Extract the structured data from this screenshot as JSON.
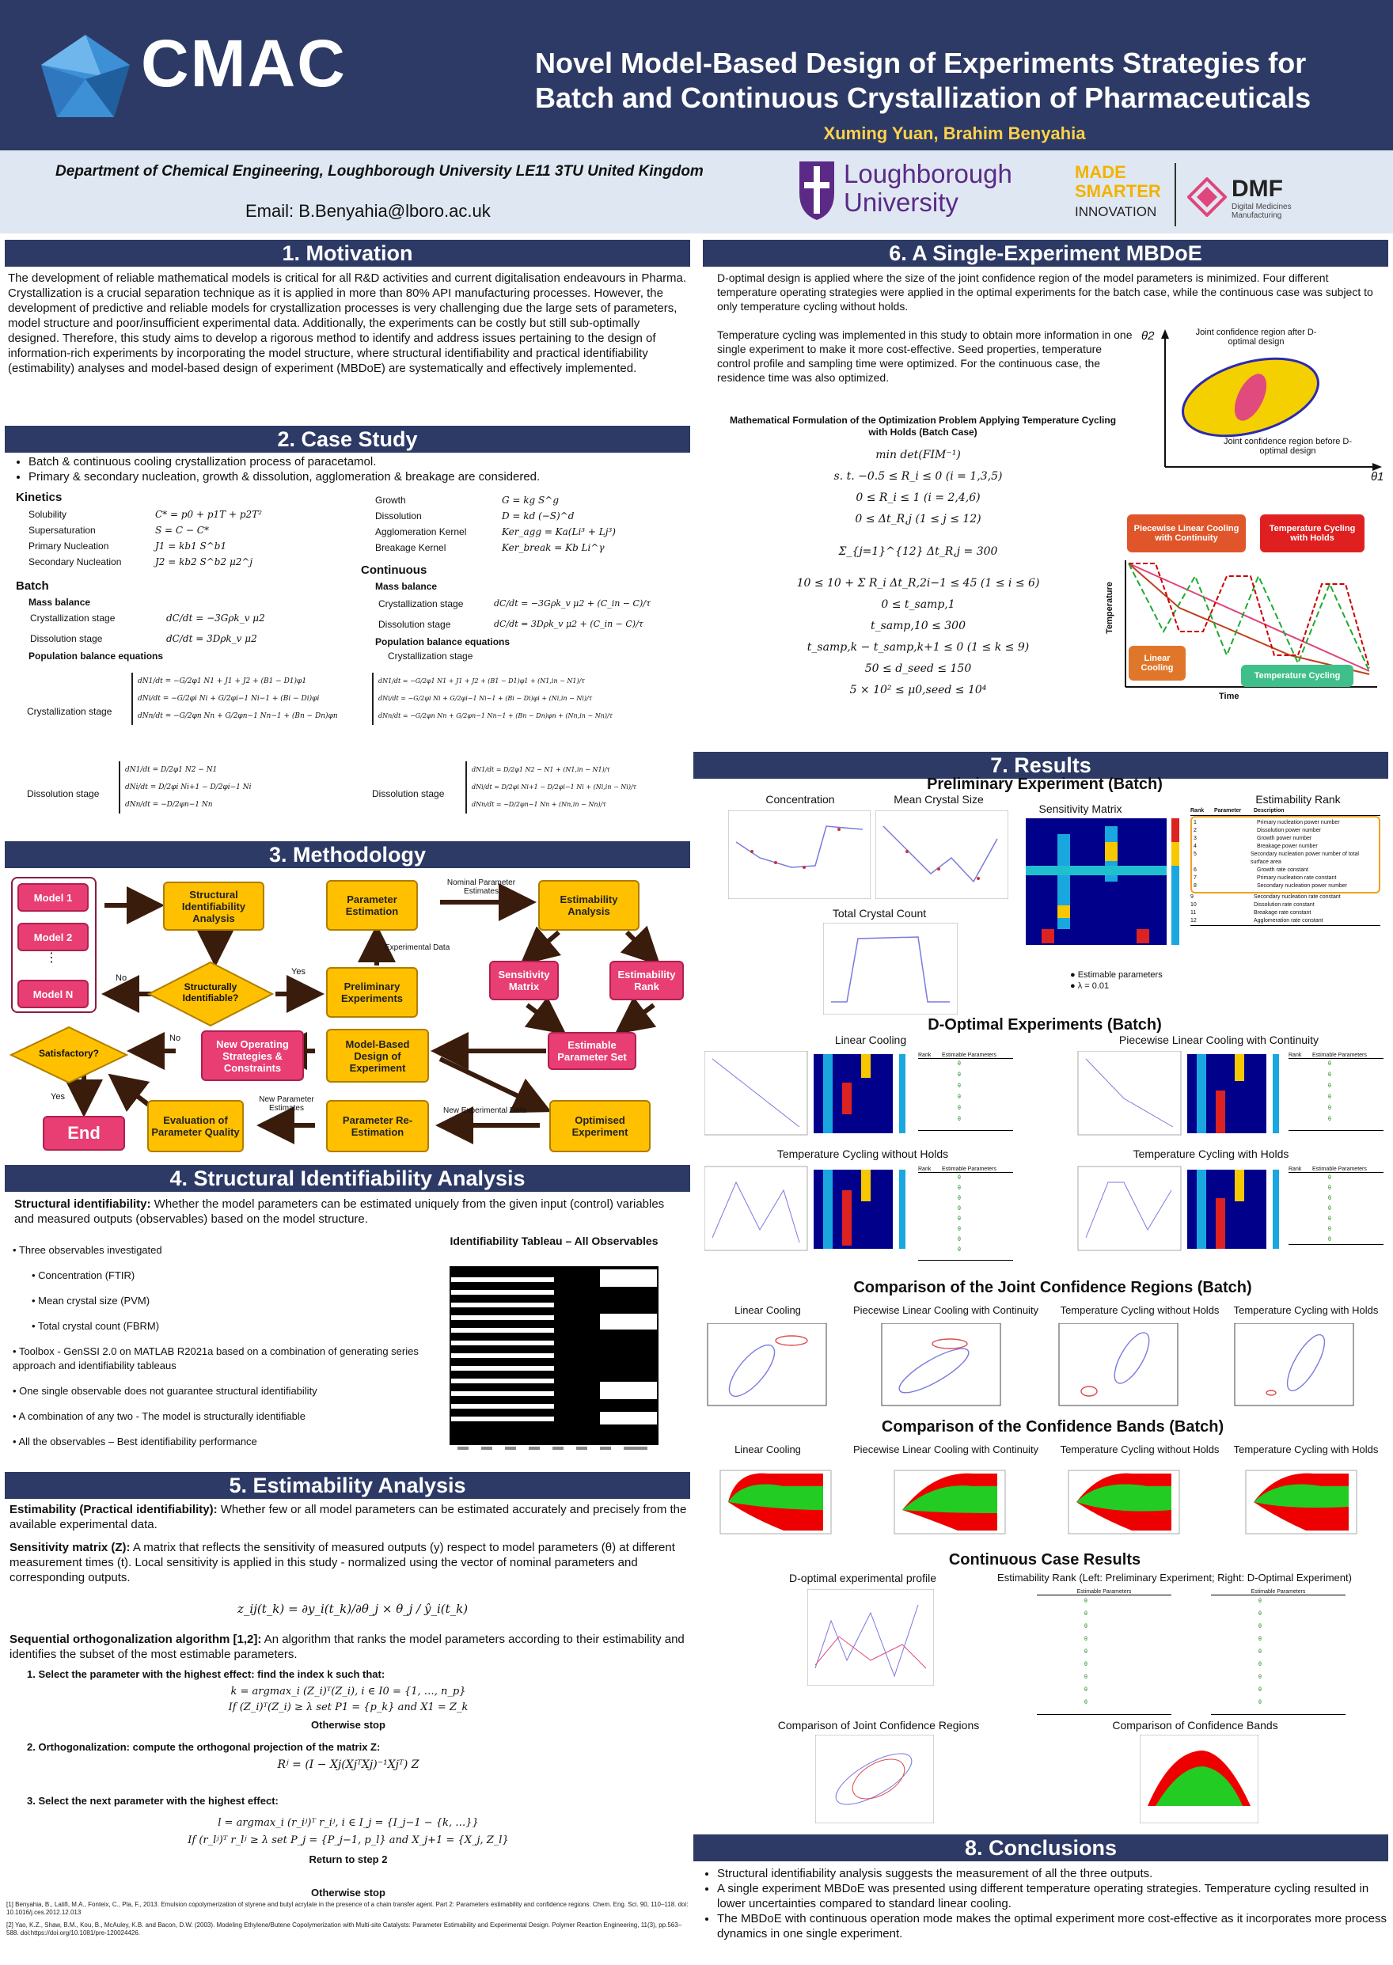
{
  "header": {
    "logo": "CMAC",
    "title": "Novel Model-Based Design of Experiments Strategies for Batch and Continuous Crystallization of Pharmaceuticals",
    "authors": "Xuming Yuan, Brahim Benyahia",
    "department": "Department of Chemical Engineering, Loughborough University LE11 3TU United Kingdom",
    "email": "Email: B.Benyahia@lboro.ac.uk",
    "partner1": "Loughborough University",
    "partner2_a": "MADE",
    "partner2_b": "SMARTER",
    "partner2_c": "INNOVATION",
    "partner3": "DMF",
    "partner3_sub": "Digital Medicines Manufacturing"
  },
  "s1": {
    "heading": "1. Motivation",
    "body": "The development of reliable mathematical models is critical for all R&D activities and current digitalisation endeavours in Pharma. Crystallization is a crucial separation technique as it is applied in more than 80% API manufacturing processes. However, the development of predictive and reliable models for crystallization processes is very challenging due the large sets of parameters, model structure and poor/insufficient experimental data. Additionally, the experiments can be costly but still sub-optimally designed. Therefore, this study aims to develop a rigorous method to identify and address issues pertaining to the design of information-rich experiments by incorporating the model structure, where structural identifiability and practical identifiability (estimability) analyses and model-based design of experiment (MBDoE) are systematically and effectively implemented."
  },
  "s2": {
    "heading": "2. Case Study",
    "bullets": [
      "Batch & continuous cooling crystallization process of paracetamol.",
      "Primary & secondary nucleation, growth & dissolution, agglomeration & breakage are considered."
    ],
    "kinetics": "Kinetics",
    "kin_rows": [
      {
        "label": "Solubility",
        "eq": "C* = p0 + p1T + p2T²"
      },
      {
        "label": "Supersaturation",
        "eq": "S = C − C*"
      },
      {
        "label": "Primary Nucleation",
        "eq": "J1 = kb1 S^b1"
      },
      {
        "label": "Secondary Nucleation",
        "eq": "J2 = kb2 S^b2 μ2^j"
      }
    ],
    "kin_rows2": [
      {
        "label": "Growth",
        "eq": "G = kg S^g"
      },
      {
        "label": "Dissolution",
        "eq": "D = kd (−S)^d"
      },
      {
        "label": "Agglomeration Kernel",
        "eq": "Ker_agg = Ka(Li³ + Lj³)"
      },
      {
        "label": "Breakage Kernel",
        "eq": "Ker_break = Kb Li^γ"
      }
    ],
    "batch": "Batch",
    "batch_mass": "Mass balance",
    "cryst_stage": "Crystallization stage",
    "diss_stage": "Dissolution stage",
    "pbe": "Population balance equations",
    "eq_batch_c": "dC/dt = −3Gρk_v μ2",
    "eq_batch_d": "dC/dt = 3Dρk_v μ2",
    "continuous": "Continuous",
    "cont_mass": "Mass balance",
    "eq_cont_c": "dC/dt = −3Gρk_v μ2 + (C_in − C)/τ",
    "eq_cont_d": "dC/dt = 3Dρk_v μ2 + (C_in − C)/τ",
    "cont_pbe": "Population balance equations",
    "cont_cryst": "Crystallization stage",
    "pbe_c": [
      "dN1/dt = −G/2φ1 N1 + J1 + J2 + (B1 − D1)φ1",
      "dNi/dt = −G/2φi Ni + G/2φi−1 Ni−1 + (Bi − Di)φi",
      "dNn/dt = −G/2φn Nn + G/2φn−1 Nn−1 + (Bn − Dn)φn"
    ],
    "pbe_d": [
      "dN1/dt = D/2φ1 N2 − N1",
      "dNi/dt = D/2φi Ni+1 − D/2φi−1 Ni",
      "dNn/dt = −D/2φn−1 Nn"
    ],
    "pbe_cc": [
      "dN1/dt = −G/2φ1 N1 + J1 + J2 + (B1 − D1)φ1 + (N1,in − N1)/τ",
      "dNi/dt = −G/2φi Ni + G/2φi−1 Ni−1 + (Bi − Di)φi + (Ni,in − Ni)/τ",
      "dNn/dt = −G/2φn Nn + G/2φn−1 Nn−1 + (Bn − Dn)φn + (Nn,in − Nn)/τ"
    ],
    "pbe_cd": [
      "dN1/dt = D/2φ1 N2 − N1 + (N1,in − N1)/τ",
      "dNi/dt = D/2φi Ni+1 − D/2φi−1 Ni + (Ni,in − Ni)/τ",
      "dNn/dt = −D/2φn−1 Nn + (Nn,in − Nn)/τ"
    ]
  },
  "s3": {
    "heading": "3. Methodology",
    "model1": "Model 1",
    "model2": "Model 2",
    "dots": "⋮",
    "modelN": "Model N",
    "sia": "Structural Identifiability Analysis",
    "si_q": "Structurally Identifiable?",
    "yes": "Yes",
    "no": "No",
    "pe": "Parameter Estimation",
    "npe": "Nominal Parameter Estimates",
    "ea": "Estimability Analysis",
    "expdata": "Experimental Data",
    "prelim": "Preliminary Experiments",
    "sm": "Sensitivity Matrix",
    "er": "Estimability Rank",
    "eps": "Estimable Parameter Set",
    "sat": "Satisfactory?",
    "newops": "New Operating Strategies & Constraints",
    "mbdoe": "Model-Based Design of Experiment",
    "end": "End",
    "epq": "Evaluation of Parameter Quality",
    "npe2": "New Parameter Estimates",
    "pre": "Parameter Re-Estimation",
    "ned": "New Experimental Data",
    "oe": "Optimised Experiment"
  },
  "s4": {
    "heading": "4. Structural Identifiability Analysis",
    "lead": "Structural identifiability:",
    "body": " Whether the model parameters can be estimated uniquely from the given input (control) variables and measured outputs (observables) based on the model structure.",
    "bullets": [
      "Three observables investigated",
      "Concentration (FTIR)",
      "Mean crystal size (PVM)",
      "Total crystal count (FBRM)",
      "Toolbox - GenSSI 2.0 on MATLAB R2021a based on a combination of generating series approach and identifiability tableaus",
      "One single observable does not guarantee structural identifiability",
      "A combination of any two - The model is structurally identifiable",
      "All the observables – Best identifiability performance"
    ],
    "tableau_title": "Identifiability Tableau – All Observables"
  },
  "s5": {
    "heading": "5. Estimability Analysis",
    "lead1": "Estimability (Practical identifiability):",
    "body1": " Whether few or all model parameters can be estimated accurately and precisely from the available experimental data.",
    "lead2": "Sensitivity matrix (Z):",
    "body2": " A matrix that reflects the sensitivity of measured outputs (y) respect to model parameters (θ) at different measurement times (t). Local sensitivity is applied in this study - normalized using the vector of nominal parameters and corresponding outputs.",
    "eq_z": "z_ij(t_k) = ∂y_i(t_k)/∂θ_j × θ_j / ŷ_i(t_k)",
    "lead3": "Sequential orthogonalization algorithm [1,2]:",
    "body3": " An algorithm that ranks the model parameters according to their estimability and identifies the subset of the most estimable parameters.",
    "step1": "1. Select the parameter with the highest effect: find the index k such that:",
    "eq1a": "k = argmax_i (Z_i)ᵀ(Z_i), i ∈ I0 = {1, …, n_p}",
    "eq1b": "If (Z_i)ᵀ(Z_i) ≥ λ set P1 = {p_k} and X1 = Z_k",
    "stop1": "Otherwise stop",
    "step2": "2. Orthogonalization: compute the orthogonal projection of the matrix Z:",
    "eq2": "Rʲ = (I − Xj(XjᵀXj)⁻¹Xjᵀ) Z",
    "step3": "3. Select the next parameter with the highest effect:",
    "eq3a": "l = argmax_i (r_iʲ)ᵀ r_iʲ, i ∈ I_j = {I_j−1 − {k, …}}",
    "eq3b": "If (r_lʲ)ᵀ r_lʲ ≥ λ set P_j = {P_j−1, p_l} and X_j+1 = {X_j, Z_l}",
    "ret": "Return to step 2",
    "stop2": "Otherwise stop",
    "ref1": "[1] Benyahia, B., Latifi, M.A., Fonteix, C., Pla, F., 2013. Emulsion copolymerization of styrene and butyl acrylate in the presence of a chain transfer agent. Part 2: Parameters estimability and confidence regions. Chem. Eng. Sci. 90, 110–118. doi: 10.1016/j.ces.2012.12.013",
    "ref2": "[2] Yao, K.Z., Shaw, B.M., Kou, B., McAuley, K.B. and Bacon, D.W. (2003). Modeling Ethylene/Butene Copolymerization with Multi-site Catalysts: Parameter Estimability and Experimental Design. Polymer Reaction Engineering, 11(3), pp.563–588. doi:https://doi.org/10.1081/pre-120024426."
  },
  "s6": {
    "heading": "6. A Single-Experiment MBDoE",
    "p1": "D-optimal design is applied where the size of the joint confidence region of the model parameters is minimized. Four different temperature operating strategies were applied in the optimal experiments for the batch case, while the continuous case was subject to only temperature cycling without holds.",
    "p2": "Temperature cycling was implemented in this study to obtain more information in one single experiment to make it more cost-effective. Seed properties, temperature control profile and sampling time were optimized. For the continuous case, the residence time was also optimized.",
    "jcr_after": "Joint confidence region after D-optimal design",
    "jcr_before": "Joint confidence region before D-optimal design",
    "theta2": "θ2",
    "theta1": "θ1",
    "form_title": "Mathematical Formulation of the Optimization Problem Applying Temperature Cycling with Holds (Batch Case)",
    "eqs": [
      "min det(FIM⁻¹)",
      "s. t.   −0.5 ≤ R_i ≤ 0 (i = 1,3,5)",
      "0 ≤ R_i ≤ 1 (i = 2,4,6)",
      "0 ≤ Δt_R,j (1 ≤ j ≤ 12)",
      "Σ_{j=1}^{12} Δt_R,j = 300",
      "10 ≤ 10 + Σ R_i Δt_R,2i−1 ≤ 45 (1 ≤ i ≤ 6)",
      "0 ≤ t_samp,1",
      "t_samp,10 ≤ 300",
      "t_samp,k − t_samp,k+1 ≤ 0 (1 ≤ k ≤ 9)",
      "50 ≤ d_seed ≤ 150",
      "5 × 10² ≤ μ0,seed ≤ 10⁴"
    ],
    "plc": "Piecewise Linear Cooling with Continuity",
    "tch": "Temperature Cycling with Holds",
    "lc": "Linear Cooling",
    "tc": "Temperature Cycling",
    "temp": "Temperature",
    "time": "Time"
  },
  "s7": {
    "heading": "7. Results",
    "prelim": "Preliminary Experiment (Batch)",
    "conc": "Concentration",
    "mcs": "Mean Crystal Size",
    "tcc": "Total Crystal Count",
    "sens": "Sensitivity Matrix",
    "est_rank": "Estimability Rank",
    "rank_head": [
      "Rank",
      "Parameter",
      "Description"
    ],
    "rank_desc": [
      "Primary nucleation power number",
      "Dissolution power number",
      "Growth power number",
      "Breakage power number",
      "Secondary nucleation power number of total surface area",
      "Growth rate constant",
      "Primary nucleation rate constant",
      "Secondary nucleation power number",
      "Secondary nucleation rate constant",
      "Dissolution rate constant",
      "Breakage rate constant",
      "Agglomeration rate constant"
    ],
    "legend1": "Estimable parameters",
    "legend2": "λ = 0.01",
    "dopt": "D-Optimal Experiments (Batch)",
    "lc": "Linear Cooling",
    "plc": "Piecewise Linear Cooling with Continuity",
    "tcwo": "Temperature Cycling without Holds",
    "tcw": "Temperature Cycling with Holds",
    "rank": "Rank",
    "est_params": "Estimable Parameters",
    "cjcr": "Comparison of the Joint Confidence Regions (Batch)",
    "ccb": "Comparison of the Confidence Bands (Batch)",
    "cont": "Continuous Case Results",
    "dprof": "D-optimal experimental profile",
    "er_cont": "Estimability Rank (Left: Preliminary Experiment; Right: D-Optimal Experiment)",
    "cjcr2": "Comparison of Joint Confidence Regions",
    "ccb2": "Comparison of Confidence Bands"
  },
  "s8": {
    "heading": "8. Conclusions",
    "bullets": [
      "Structural identifiability analysis suggests the measurement of all the three outputs.",
      "A single experiment MBDoE was presented using different temperature operating strategies. Temperature cycling resulted in lower uncertainties compared to standard linear cooling.",
      "The MBDoE with continuous operation mode makes the optimal experiment more cost-effective as it incorporates more process dynamics in one single experiment."
    ]
  },
  "colors": {
    "navy": "#2d3a66",
    "yellow": "#ffc000",
    "pink": "#e83e74",
    "light": "#dfe8f2"
  }
}
